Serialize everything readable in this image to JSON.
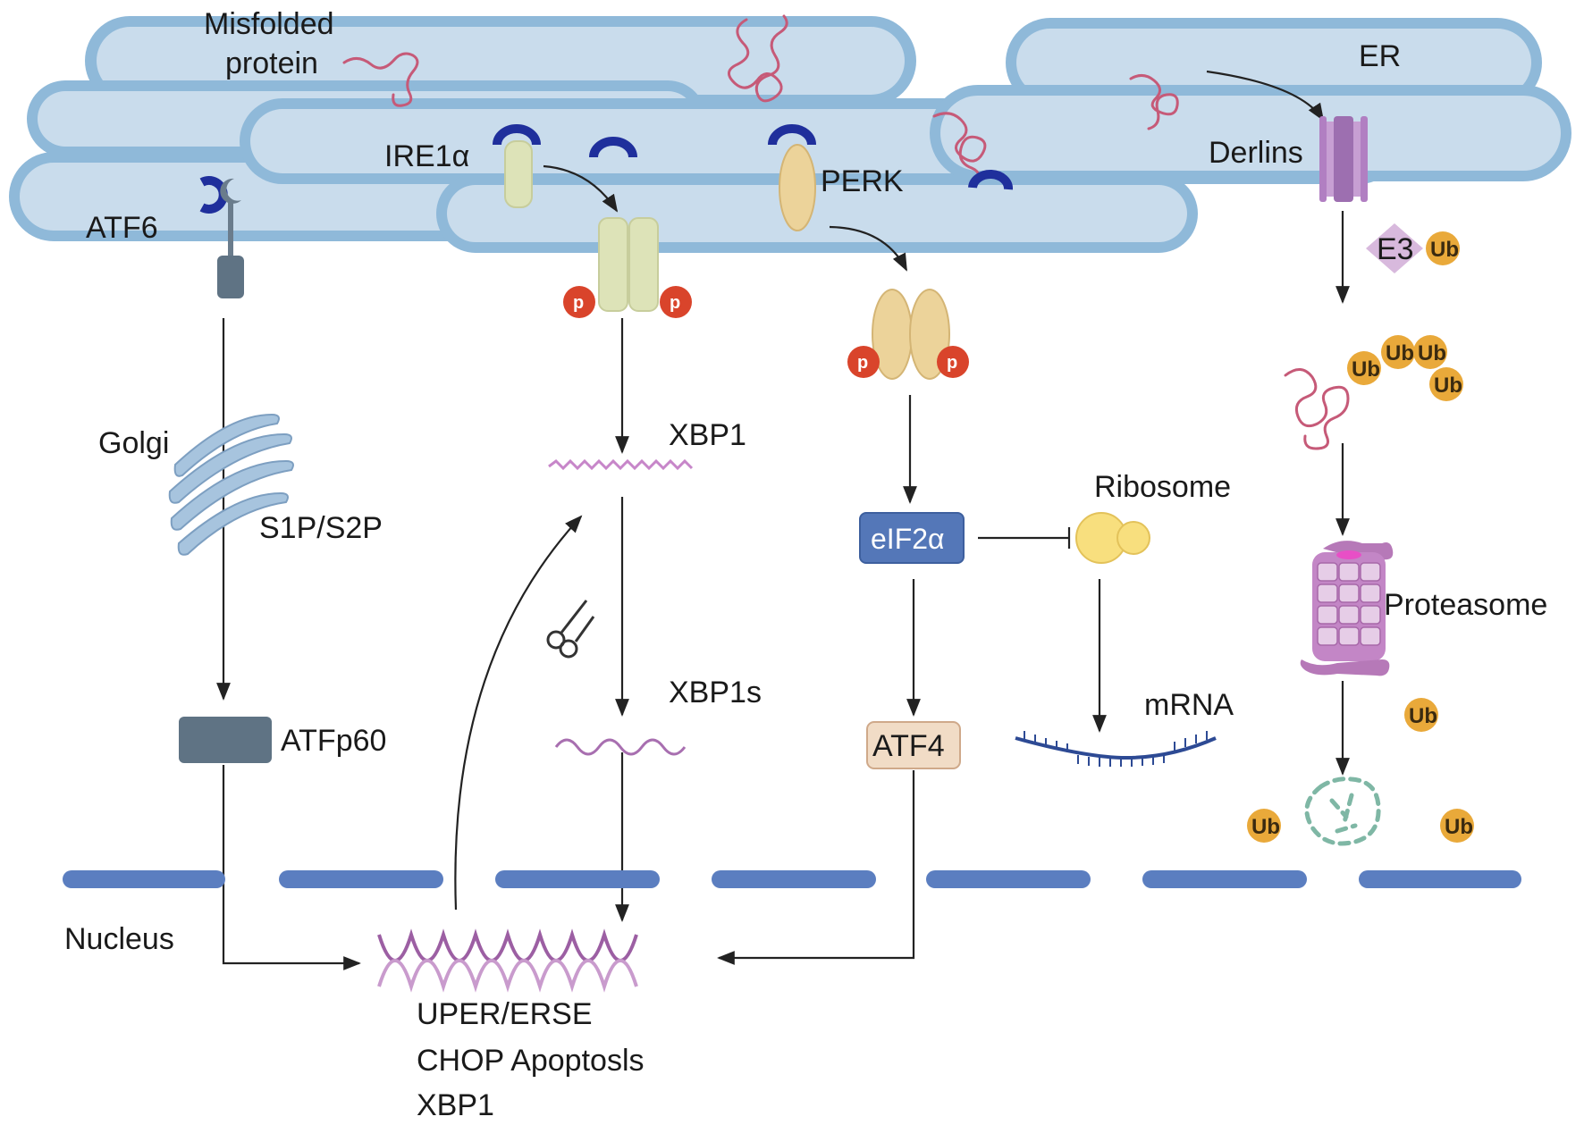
{
  "labels": {
    "misfolded_protein": [
      "Misfolded",
      "protein"
    ],
    "er": "ER",
    "ire1a": "IRE1α",
    "perk": "PERK",
    "atf6": "ATF6",
    "derlins": "Derlins",
    "e3": "E3",
    "ub": "Ub",
    "p": "p",
    "golgi": "Golgi",
    "s1p_s2p": "S1P/S2P",
    "xbp1": "XBP1",
    "xbp1s": "XBP1s",
    "eif2a": "eIF2α",
    "ribosome": "Ribosome",
    "atf4": "ATF4",
    "mrna": "mRNA",
    "proteasome": "Proteasome",
    "atfp60": "ATFp60",
    "nucleus": "Nucleus",
    "targets": [
      "UPER/ERSE",
      "CHOP Apoptosls",
      "XBP1"
    ]
  },
  "colors": {
    "er_membrane": "#8fb9d9",
    "er_lumen": "#c9dcec",
    "nucleus_membrane": "#5b7ec0",
    "misfolded_protein": "#c65a78",
    "chaperone": "#1f2f9c",
    "ire1": "#dde3b8",
    "perk": "#ecd39a",
    "phospho": "#d9442b",
    "eif2a": "#5477b8",
    "atf4": "#f1dcc6",
    "ribosome": "#f8df7e",
    "ubiquitin": "#e9a93a",
    "derlin": "#c79fd3",
    "e3": "#d8b9dd",
    "proteasome": "#c386c6",
    "atfp60": "#5f7384",
    "dna": "#9c5fa3"
  }
}
